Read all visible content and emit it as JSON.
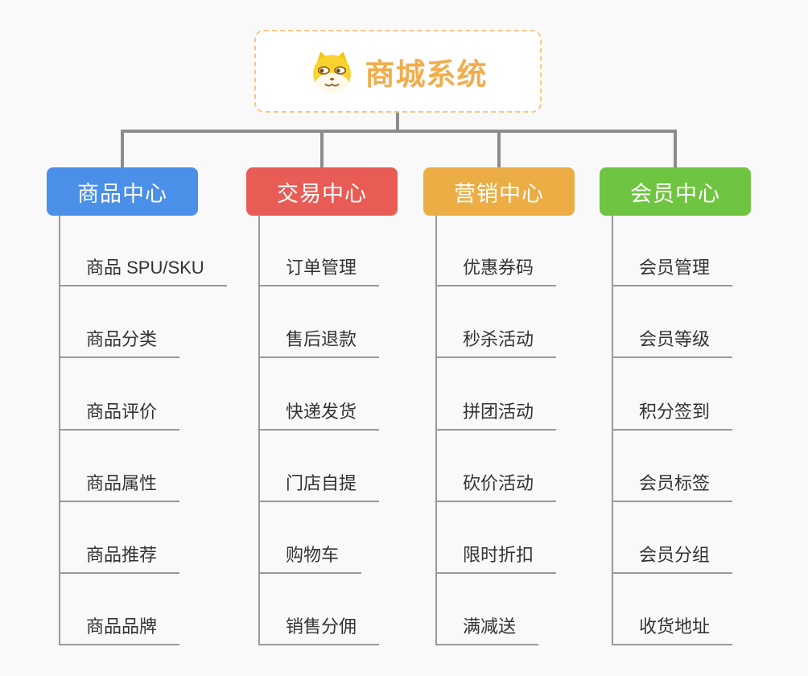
{
  "canvas": {
    "background": "#F9F9F9",
    "connector_color": "#8C8C8C",
    "leaf_line_color": "#999999"
  },
  "root": {
    "title": "商城系统",
    "icon": "dog-icon",
    "text_color": "#F0AD4E",
    "border_color": "#F5C884"
  },
  "branches": [
    {
      "label": "商品中心",
      "color": "#4A8FE8",
      "children": [
        "商品 SPU/SKU",
        "商品分类",
        "商品评价",
        "商品属性",
        "商品推荐",
        "商品品牌"
      ]
    },
    {
      "label": "交易中心",
      "color": "#E85C55",
      "children": [
        "订单管理",
        "售后退款",
        "快递发货",
        "门店自提",
        "购物车",
        "销售分佣"
      ]
    },
    {
      "label": "营销中心",
      "color": "#EBAD44",
      "children": [
        "优惠券码",
        "秒杀活动",
        "拼团活动",
        "砍价活动",
        "限时折扣",
        "满减送"
      ]
    },
    {
      "label": "会员中心",
      "color": "#6FC541",
      "children": [
        "会员管理",
        "会员等级",
        "积分签到",
        "会员标签",
        "会员分组",
        "收货地址"
      ]
    }
  ]
}
